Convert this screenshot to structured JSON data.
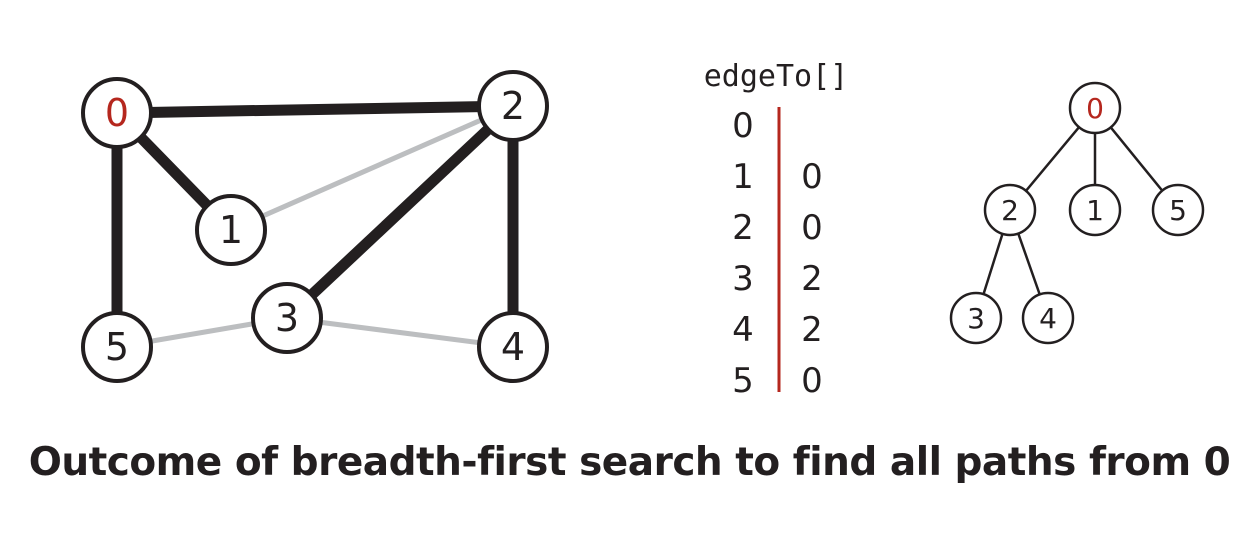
{
  "graph": {
    "source": "0",
    "colors": {
      "tree_edge": "#231f20",
      "non_tree_edge": "#bcbec0",
      "source": "#b5271e",
      "text": "#231f20"
    },
    "vertices": [
      "0",
      "1",
      "2",
      "3",
      "4",
      "5"
    ],
    "tree_edges": [
      [
        "0",
        "2"
      ],
      [
        "0",
        "1"
      ],
      [
        "0",
        "5"
      ],
      [
        "2",
        "3"
      ],
      [
        "2",
        "4"
      ]
    ],
    "non_tree_edges": [
      [
        "1",
        "2"
      ],
      [
        "5",
        "3"
      ],
      [
        "3",
        "4"
      ]
    ]
  },
  "table": {
    "title": "edgeTo[]",
    "rows": [
      {
        "v": "0",
        "edge_to": ""
      },
      {
        "v": "1",
        "edge_to": "0"
      },
      {
        "v": "2",
        "edge_to": "0"
      },
      {
        "v": "3",
        "edge_to": "2"
      },
      {
        "v": "4",
        "edge_to": "2"
      },
      {
        "v": "5",
        "edge_to": "0"
      }
    ]
  },
  "tree": {
    "root": "0",
    "edges": [
      [
        "0",
        "2"
      ],
      [
        "0",
        "1"
      ],
      [
        "0",
        "5"
      ],
      [
        "2",
        "3"
      ],
      [
        "2",
        "4"
      ]
    ]
  },
  "caption": "Outcome of breadth-first search to find all paths from 0"
}
